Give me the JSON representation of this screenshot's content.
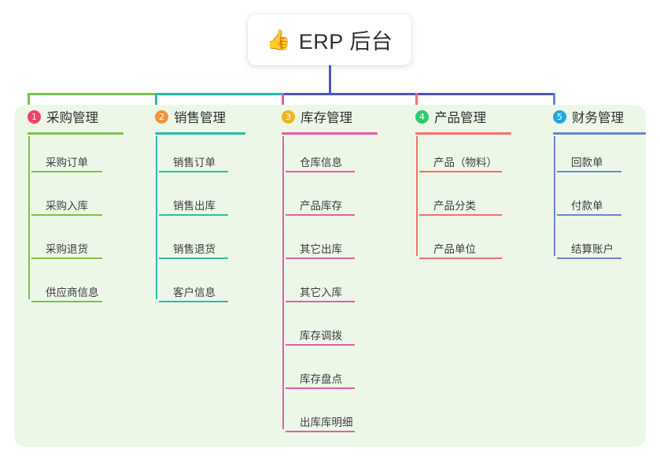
{
  "root": {
    "icon": "thumbs-up-emoji",
    "emoji": "👍",
    "label": "ERP 后台"
  },
  "theme": {
    "panel_bg": "#edf7e8",
    "canvas_bg": "#ffffff",
    "text": "#2f3033",
    "leaf_text": "#3c3d40",
    "trunk": "#4a55c4"
  },
  "connectors": {
    "trunk_color": "#4a55c4",
    "bus_segments": [
      {
        "color": "#7cc14b",
        "label": "green-segment"
      },
      {
        "color": "#1fbfa8",
        "label": "teal-segment"
      },
      {
        "color": "#4a55c4",
        "label": "blue-segment"
      }
    ]
  },
  "columns": [
    {
      "number": "1",
      "title": "采购管理",
      "badge_color": "#ef4264",
      "line_color": "#7cc14b",
      "items": [
        {
          "label": "采购订单"
        },
        {
          "label": "采购入库"
        },
        {
          "label": "采购退货"
        },
        {
          "label": "供应商信息"
        }
      ]
    },
    {
      "number": "2",
      "title": "销售管理",
      "badge_color": "#f5943b",
      "line_color": "#29bdb0",
      "items": [
        {
          "label": "销售订单"
        },
        {
          "label": "销售出库"
        },
        {
          "label": "销售退货"
        },
        {
          "label": "客户信息"
        }
      ]
    },
    {
      "number": "3",
      "title": "库存管理",
      "badge_color": "#f0b422",
      "line_color": "#e35fab",
      "items": [
        {
          "label": "仓库信息"
        },
        {
          "label": "产品库存"
        },
        {
          "label": "其它出库"
        },
        {
          "label": "其它入库"
        },
        {
          "label": "库存调拨"
        },
        {
          "label": "库存盘点"
        },
        {
          "label": "出库库明细"
        }
      ]
    },
    {
      "number": "4",
      "title": "产品管理",
      "badge_color": "#2ecc71",
      "line_color": "#f4706a",
      "items": [
        {
          "label": "产品（物料）"
        },
        {
          "label": "产品分类"
        },
        {
          "label": "产品单位"
        }
      ]
    },
    {
      "number": "5",
      "title": "财务管理",
      "badge_color": "#22a6e0",
      "line_color": "#6a86d8",
      "items": [
        {
          "label": "回款单"
        },
        {
          "label": "付款单"
        },
        {
          "label": "结算账户"
        }
      ]
    }
  ]
}
